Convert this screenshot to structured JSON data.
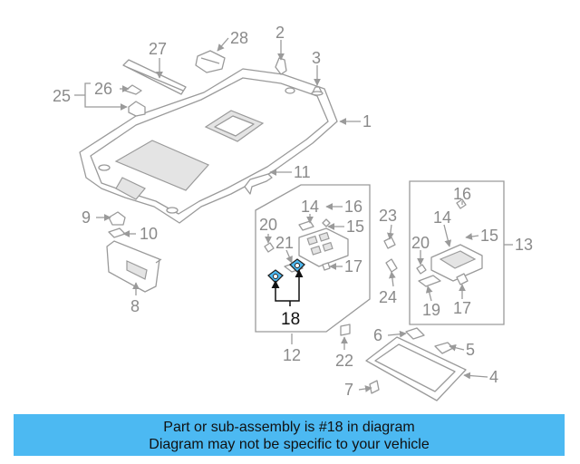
{
  "callouts": {
    "c1": "1",
    "c2": "2",
    "c3": "3",
    "c4": "4",
    "c5": "5",
    "c6": "6",
    "c7": "7",
    "c8": "8",
    "c9": "9",
    "c10": "10",
    "c11": "11",
    "c12": "12",
    "c13": "13",
    "c14a": "14",
    "c14b": "14",
    "c15a": "15",
    "c15b": "15",
    "c16a": "16",
    "c16b": "16",
    "c17a": "17",
    "c17b": "17",
    "c18": "18",
    "c19": "19",
    "c20a": "20",
    "c20b": "20",
    "c21": "21",
    "c22": "22",
    "c23": "23",
    "c24": "24",
    "c25": "25",
    "c26": "26",
    "c27": "27",
    "c28": "28"
  },
  "highlight": {
    "part_number": "18",
    "color": "#4cb9f2"
  },
  "banner": {
    "line1": "Part or sub-assembly is #18 in diagram",
    "line2": "Diagram may not be specific to your vehicle",
    "background": "#4cb9f2"
  }
}
